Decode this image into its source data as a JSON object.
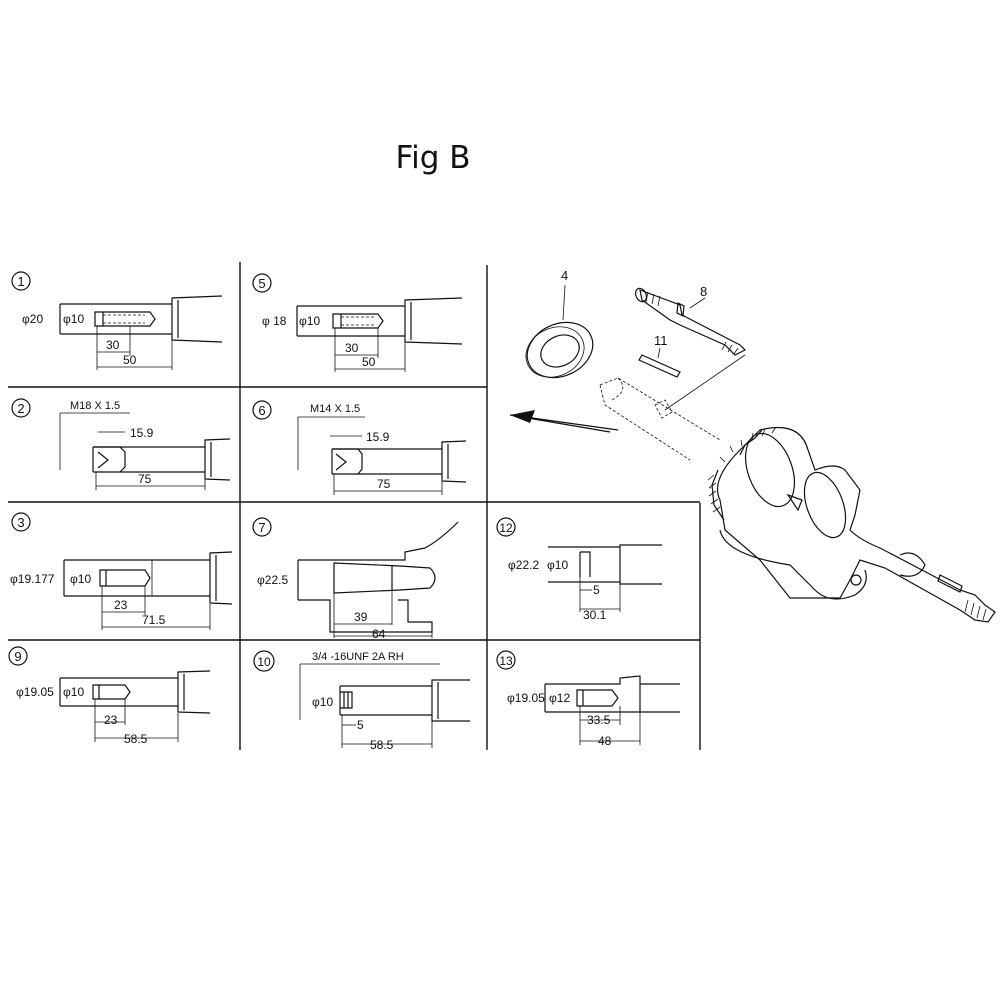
{
  "title": "Fig B",
  "panels": {
    "p1": {
      "num": "1",
      "d1": "φ20",
      "d2": "φ10",
      "l1": "30",
      "l2": "50"
    },
    "p5": {
      "num": "5",
      "d1": "φ 18",
      "d2": "φ10",
      "l1": "30",
      "l2": "50"
    },
    "p2": {
      "num": "2",
      "thread": "M18 X 1.5",
      "l1": "15.9",
      "l2": "75"
    },
    "p6": {
      "num": "6",
      "thread": "M14 X 1.5",
      "l1": "15.9",
      "l2": "75"
    },
    "p3": {
      "num": "3",
      "d1": "φ19.177",
      "d2": "φ10",
      "l1": "23",
      "l2": "71.5"
    },
    "p7": {
      "num": "7",
      "d1": "φ22.5",
      "l1": "39",
      "l2": "64"
    },
    "p12": {
      "num": "12",
      "d1": "φ22.2",
      "d2": "φ10",
      "l1": "5",
      "l2": "30.1"
    },
    "p9": {
      "num": "9",
      "d1": "φ19.05",
      "d2": "φ10",
      "l1": "23",
      "l2": "58.5"
    },
    "p10": {
      "num": "10",
      "thread": "3/4 -16UNF 2A RH",
      "d2": "φ10",
      "l1": "5",
      "l2": "58.5"
    },
    "p13": {
      "num": "13",
      "d1": "φ19.05",
      "d2": "φ12",
      "l1": "33.5",
      "l2": "48"
    }
  },
  "callouts": {
    "c4": "4",
    "c8": "8",
    "c11": "11"
  }
}
